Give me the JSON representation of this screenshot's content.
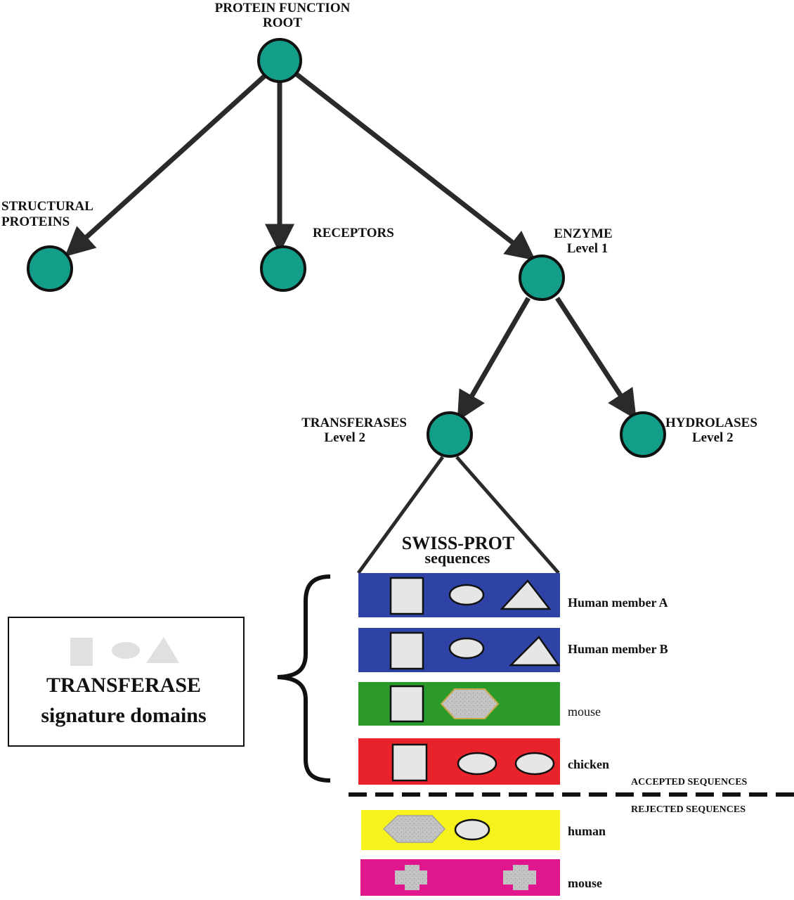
{
  "tree": {
    "root": {
      "line1": "PROTEIN FUNCTION",
      "line2": "ROOT"
    },
    "structural": {
      "line1": "STRUCTURAL",
      "line2": "PROTEINS"
    },
    "receptors": {
      "line1": "RECEPTORS"
    },
    "enzyme": {
      "line1": "ENZYME",
      "line2": "Level 1"
    },
    "transferases": {
      "line1": "TRANSFERASES",
      "line2": "Level 2"
    },
    "hydrolases": {
      "line1": "HYDROLASES",
      "line2": "Level 2"
    }
  },
  "swissprot": {
    "line1": "SWISS-PROT",
    "line2": "sequences"
  },
  "legend": {
    "line1": "TRANSFERASE",
    "line2": "signature domains"
  },
  "sequences": {
    "accepted": [
      {
        "label": "Human member A",
        "color": "#2f43a6"
      },
      {
        "label": "Human member B",
        "color": "#2f43a6"
      },
      {
        "label": "mouse",
        "color": "#2b9a2b"
      },
      {
        "label": "chicken",
        "color": "#e8232c"
      }
    ],
    "rejected": [
      {
        "label": "human",
        "color": "#f7f21e"
      },
      {
        "label": "mouse",
        "color": "#e0168c"
      }
    ]
  },
  "divider": {
    "accepted_label": "ACCEPTED SEQUENCES",
    "rejected_label": "REJECTED SEQUENCES"
  },
  "colors": {
    "node_fill": "#129e88",
    "domain_fill": "#e6e6e6",
    "domain_grey": "#bdbdbd",
    "edge": "#2a2a2a"
  }
}
